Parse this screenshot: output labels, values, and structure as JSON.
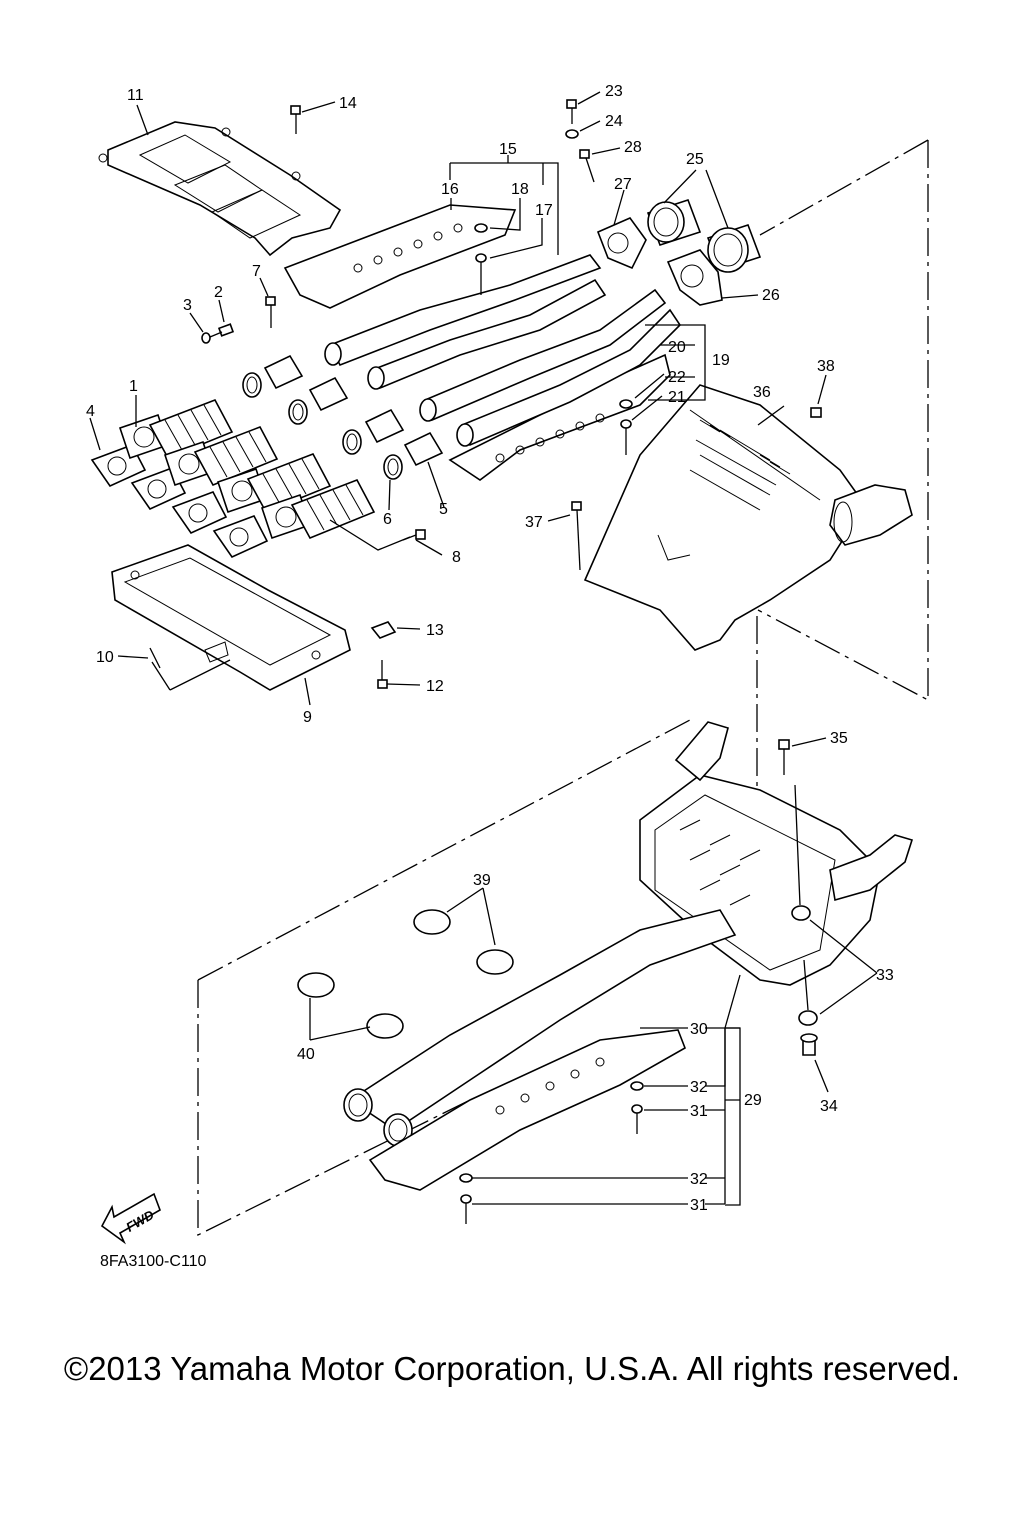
{
  "diagram_code": "8FA3100-C110",
  "fwd_label": "FWD",
  "copyright": "©2013 Yamaha Motor Corporation, U.S.A. All rights reserved.",
  "callouts": [
    "1",
    "2",
    "3",
    "4",
    "5",
    "6",
    "7",
    "8",
    "9",
    "10",
    "11",
    "12",
    "13",
    "14",
    "15",
    "16",
    "17",
    "18",
    "19",
    "20",
    "21",
    "22",
    "23",
    "24",
    "25",
    "26",
    "27",
    "28",
    "29",
    "30",
    "31",
    "32",
    "33",
    "34",
    "35",
    "36",
    "37",
    "38",
    "39",
    "40"
  ],
  "extra_callouts": [
    "31",
    "32"
  ]
}
